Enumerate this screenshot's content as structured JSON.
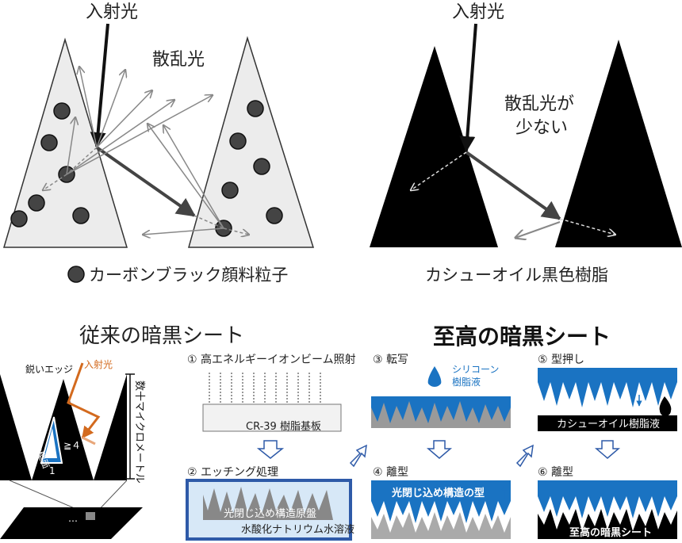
{
  "top_left": {
    "incident_light": "入射光",
    "scattered_light": "散乱光",
    "legend_label": "カーボンブラック顔料粒子"
  },
  "top_right": {
    "incident_light": "入射光",
    "scattered_line1": "散乱光が",
    "scattered_line2": "少ない",
    "resin_label": "カシューオイル黒色樹脂"
  },
  "bottom_left": {
    "title": "従来の暗黒シート",
    "sharp_edge": "鋭いエッジ",
    "side_text": "ナノレベルで滑らかな壁面",
    "incident_light": "入射光",
    "ratio": "≧４",
    "one": "1",
    "height_text": "数十マイクロメートル",
    "dots": "…"
  },
  "process": {
    "title": "至高の暗黒シート",
    "step1": "① 高エネルギーイオンビーム照射",
    "substrate": "CR-39 樹脂基板",
    "step2": "② エッチング処理",
    "master": "光閉じ込め構造原盤",
    "naoh": "水酸化ナトリウム水溶液",
    "step3": "③ 転写",
    "silicone_line1": "シリコーン",
    "silicone_line2": "樹脂液",
    "step4": "④ 離型",
    "mold": "光閉じ込め構造の型",
    "step5": "⑤ 型押し",
    "cashew_liquid": "カシューオイル樹脂液",
    "step6": "⑥ 離型",
    "final": "至高の暗黒シート"
  },
  "colors": {
    "blue": "#1a73c2",
    "light_blue": "#d7e8f7",
    "dark_blue": "#2e5aa8",
    "orange": "#d36a1e",
    "gray_cone": "#ececec"
  }
}
